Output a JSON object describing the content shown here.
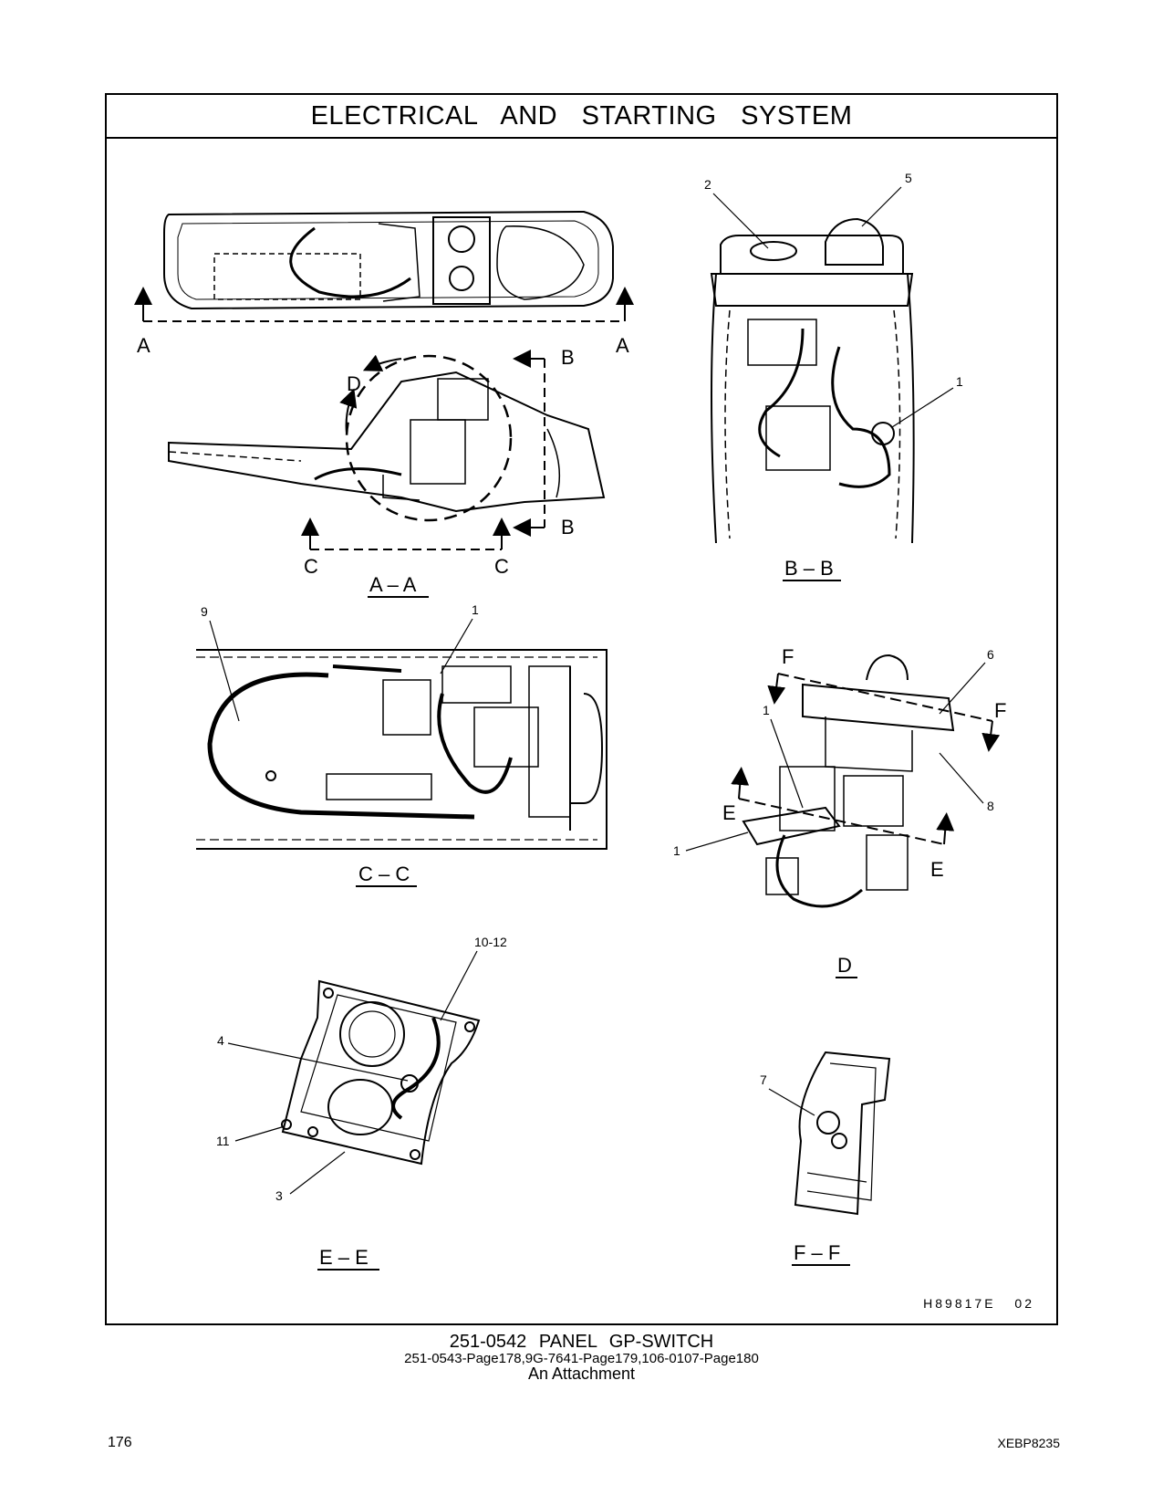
{
  "header": {
    "title": "ELECTRICAL AND STARTING SYSTEM"
  },
  "illustration_id": "H89817E   02",
  "views": {
    "aa": {
      "section": "A – A",
      "cut_a": "A",
      "cut_b": "B",
      "cut_c": "C",
      "detail_d": "D"
    },
    "bb": {
      "section": "B – B",
      "callouts": [
        "2",
        "5",
        "1"
      ]
    },
    "cc": {
      "section": "C – C",
      "callouts": [
        "9",
        "1"
      ]
    },
    "d": {
      "section": "D",
      "cut_e": "E",
      "cut_f": "F",
      "callouts": [
        "6",
        "1",
        "8",
        "1"
      ]
    },
    "ee": {
      "section": "E – E",
      "callouts": [
        "10-12",
        "4",
        "11",
        "3"
      ]
    },
    "ff": {
      "section": "F – F",
      "callouts": [
        "7"
      ]
    }
  },
  "caption": {
    "main": "251-0542 PANEL GP-SWITCH",
    "sub": "251-0543-Page178,9G-7641-Page179,106-0107-Page180",
    "attachment": "An Attachment"
  },
  "footer": {
    "page_number": "176",
    "doc_id": "XEBP8235"
  }
}
